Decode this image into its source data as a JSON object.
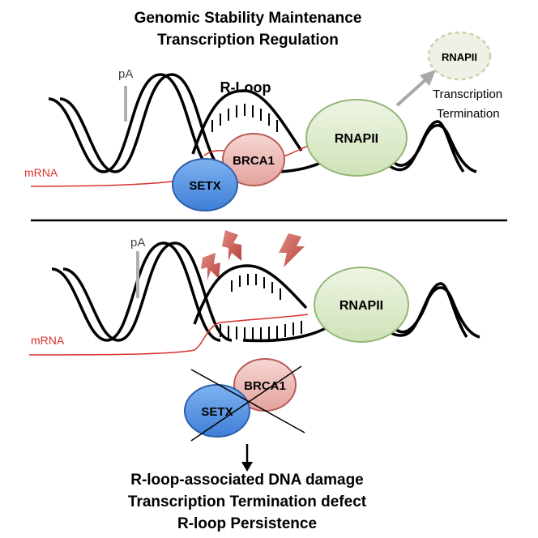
{
  "header": {
    "line1": "Genomic Stability Maintenance",
    "line2": "Transcription Regulation"
  },
  "top_panel": {
    "pA_label": "pA",
    "rloop_label": "R-Loop",
    "mrna_label": "mRNA",
    "rnapii_label": "RNAPII",
    "brca1_label": "BRCA1",
    "setx_label": "SETX",
    "released_rnapii_label": "RNAPII",
    "termination_line1": "Transcription",
    "termination_line2": "Termination"
  },
  "bottom_panel": {
    "pA_label": "pA",
    "mrna_label": "mRNA",
    "rnapii_label": "RNAPII",
    "brca1_label": "BRCA1",
    "setx_label": "SETX"
  },
  "outcomes": [
    "R-loop-associated DNA damage",
    "Transcription Termination defect",
    "R-loop Persistence"
  ],
  "colors": {
    "dna_strand": "#000000",
    "mrna": "#d8322c",
    "setx_fill": "#3f7fd8",
    "brca1_fill": "#edb8b4",
    "rnapii_fill": "#d8e8c6",
    "lightning": "#c85a54",
    "arrow_gray": "#a8a8a8"
  }
}
